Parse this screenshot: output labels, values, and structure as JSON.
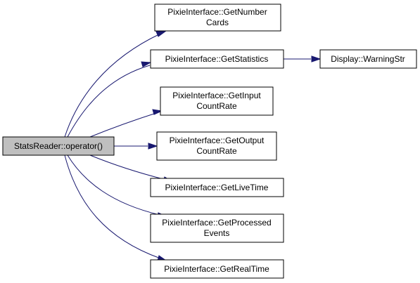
{
  "diagram": {
    "root": {
      "id": "root",
      "lines": [
        "StatsReader::operator()"
      ]
    },
    "nodes": [
      {
        "id": "getnumbercards",
        "lines": [
          "PixieInterface::GetNumber",
          "Cards"
        ]
      },
      {
        "id": "getstatistics",
        "lines": [
          "PixieInterface::GetStatistics"
        ]
      },
      {
        "id": "warningstr",
        "lines": [
          "Display::WarningStr"
        ]
      },
      {
        "id": "getinputcountrate",
        "lines": [
          "PixieInterface::GetInput",
          "CountRate"
        ]
      },
      {
        "id": "getoutputcountrate",
        "lines": [
          "PixieInterface::GetOutput",
          "CountRate"
        ]
      },
      {
        "id": "getlivetime",
        "lines": [
          "PixieInterface::GetLiveTime"
        ]
      },
      {
        "id": "getprocessedevents",
        "lines": [
          "PixieInterface::GetProcessed",
          "Events"
        ]
      },
      {
        "id": "getrealtime",
        "lines": [
          "PixieInterface::GetRealTime"
        ]
      }
    ],
    "edges": [
      {
        "from": "root",
        "to": "getnumbercards"
      },
      {
        "from": "root",
        "to": "getstatistics"
      },
      {
        "from": "getstatistics",
        "to": "warningstr"
      },
      {
        "from": "root",
        "to": "getinputcountrate"
      },
      {
        "from": "root",
        "to": "getoutputcountrate"
      },
      {
        "from": "root",
        "to": "getlivetime"
      },
      {
        "from": "root",
        "to": "getprocessedevents"
      },
      {
        "from": "root",
        "to": "getrealtime"
      }
    ],
    "colors": {
      "edge": "#191970",
      "root_fill": "#bfbfbf",
      "node_fill": "#ffffff",
      "border": "#000000"
    }
  }
}
